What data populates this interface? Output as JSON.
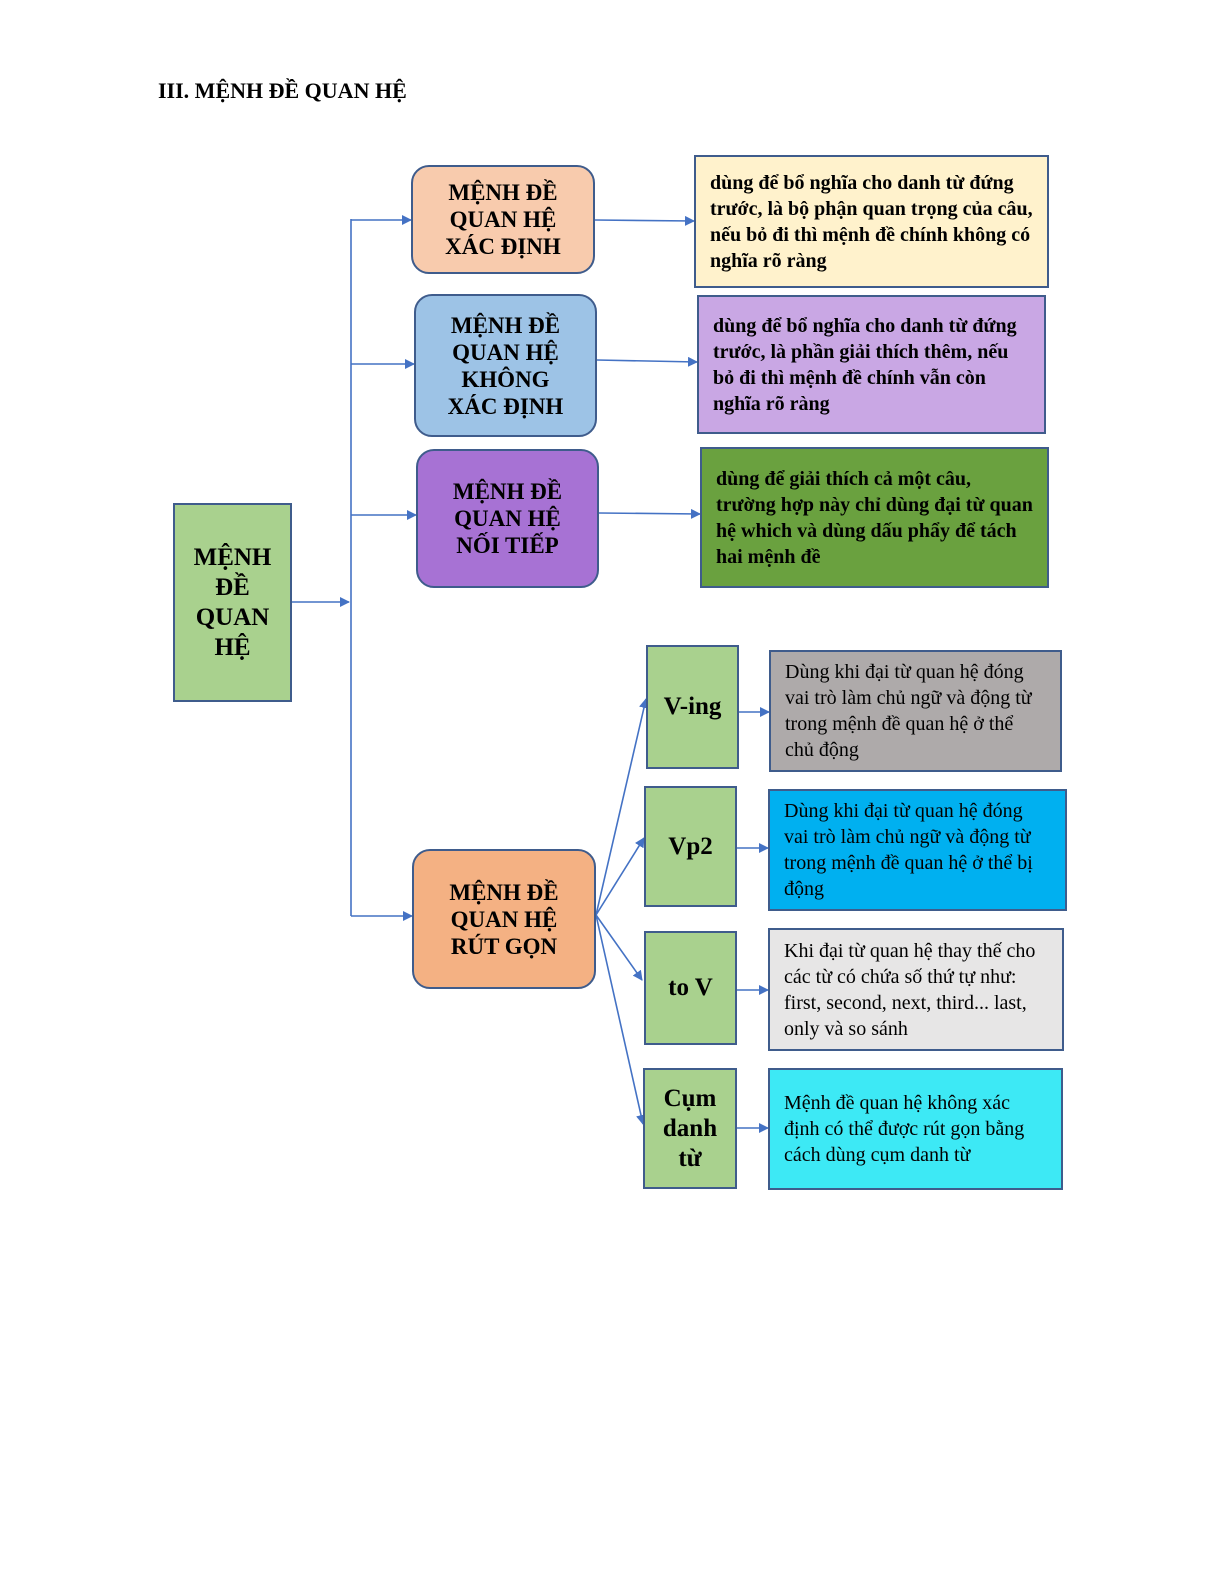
{
  "heading": "III. MỆNH ĐỀ QUAN HỆ",
  "root": {
    "label": "MỆNH ĐỀ QUAN HỆ",
    "color": "#a9d18e"
  },
  "branches": [
    {
      "label": "MỆNH ĐỀ QUAN HỆ XÁC ĐỊNH",
      "color": "#f8cbad",
      "description": "dùng để bổ nghĩa cho danh từ đứng trước, là bộ phận quan trọng của câu, nếu bỏ đi thì mệnh đề chính không có nghĩa rõ ràng",
      "description_color": "#fff2cc"
    },
    {
      "label": "MỆNH ĐỀ QUAN HỆ KHÔNG XÁC ĐỊNH",
      "color": "#9dc3e6",
      "description": "dùng để bổ nghĩa cho danh từ đứng trước, là phần giải thích thêm, nếu bỏ đi thì mệnh đề chính vẫn còn nghĩa rõ ràng",
      "description_color": "#c9a7e4"
    },
    {
      "label": "MỆNH ĐỀ QUAN HỆ NỐI TIẾP",
      "color": "#a772d4",
      "description": "dùng để giải thích cả một câu, trường hợp này chỉ dùng đại từ quan hệ which và dùng dấu phẩy để tách hai mệnh đề",
      "description_color": "#6aa13f"
    }
  ],
  "reduced": {
    "label": "MỆNH ĐỀ QUAN HỆ RÚT GỌN",
    "color": "#f4b183",
    "forms": [
      {
        "label": "V-ing",
        "color": "#a9d18e",
        "description": "Dùng khi đại từ quan hệ đóng vai trò làm chủ ngữ và động từ trong mệnh đề quan hệ ở thể chủ động",
        "description_color": "#aeaaaa"
      },
      {
        "label": "Vp2",
        "color": "#a9d18e",
        "description": "Dùng khi đại từ quan hệ đóng vai trò làm chủ ngữ và động từ trong mệnh đề quan hệ ở thể bị động",
        "description_color": "#00b0f0"
      },
      {
        "label": "to V",
        "color": "#a9d18e",
        "description": "Khi đại từ quan hệ thay thế cho các từ có chứa số thứ tự như: first, second, next, third... last, only và so sánh",
        "description_color": "#e7e6e6"
      },
      {
        "label": "Cụm danh từ",
        "color": "#a9d18e",
        "description": "Mệnh đề quan hệ không xác định có thể được rút gọn bằng cách dùng cụm danh từ",
        "description_color": "#3de9f5"
      }
    ]
  },
  "connector_color": "#4472c4"
}
